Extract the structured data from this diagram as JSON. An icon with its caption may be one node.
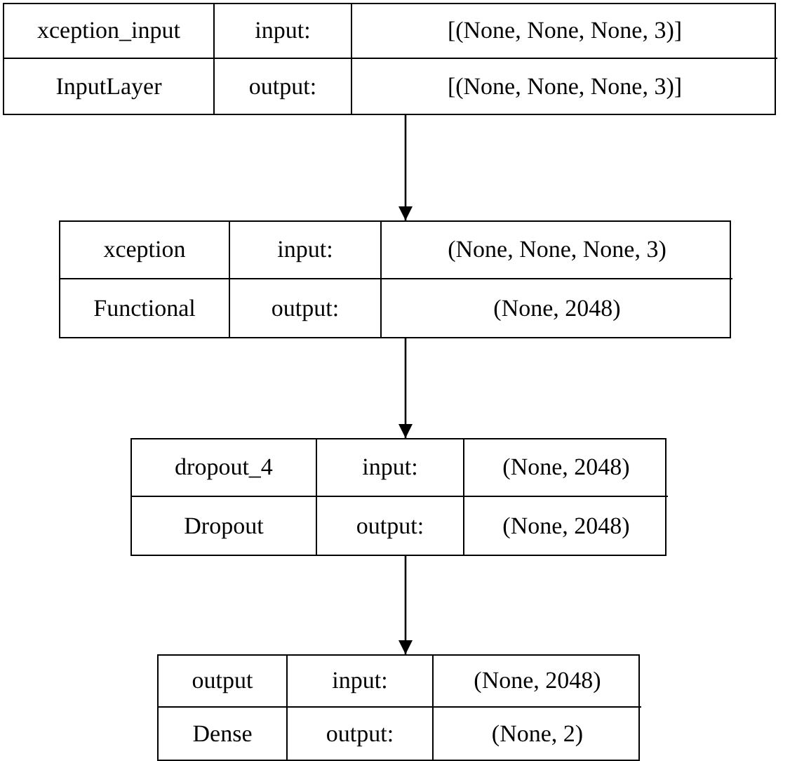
{
  "diagram": {
    "nodes": [
      {
        "text": [
          "xception_input",
          "input:",
          "[(None, None, None, 3)]",
          "InputLayer",
          "output:",
          "[(None, None, None, 3)]"
        ]
      },
      {
        "text": [
          "xception",
          "input:",
          "(None, None, None, 3)",
          "Functional",
          "output:",
          "(None, 2048)"
        ]
      },
      {
        "text": [
          "dropout_4",
          "input:",
          "(None, 2048)",
          "Dropout",
          "output:",
          "(None, 2048)"
        ]
      },
      {
        "text": [
          "output",
          "input:",
          "(None, 2048)",
          "Dense",
          "output:",
          "(None, 2)"
        ]
      }
    ],
    "edges": [
      {
        "from": 0,
        "to": 1,
        "arrow": "to"
      },
      {
        "from": 1,
        "to": 2,
        "arrow": "to"
      },
      {
        "from": 2,
        "to": 3,
        "arrow": "to"
      }
    ]
  }
}
